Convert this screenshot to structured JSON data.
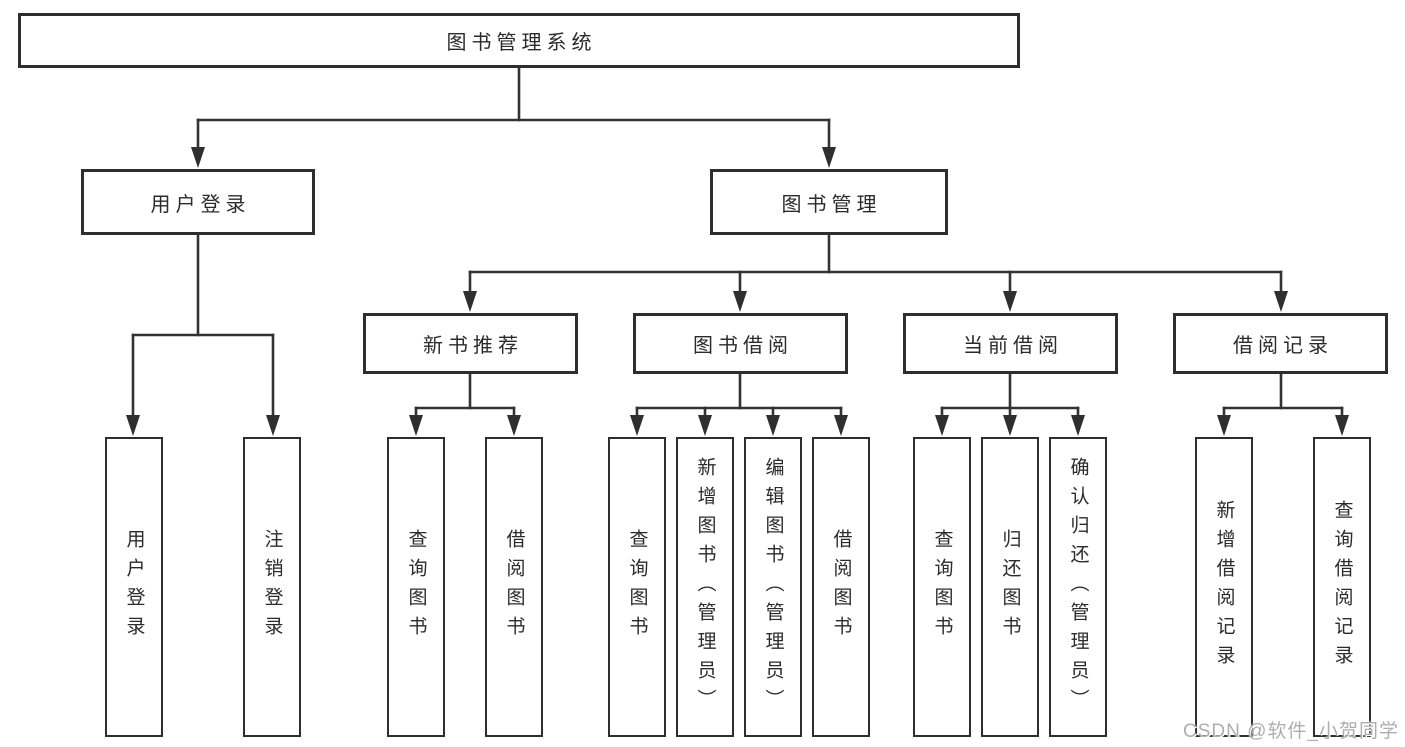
{
  "tree": {
    "root": "图书管理系统",
    "children": [
      {
        "label": "用户登录",
        "children": [
          "用户登录",
          "注销登录"
        ]
      },
      {
        "label": "图书管理",
        "children": [
          {
            "label": "新书推荐",
            "children": [
              "查询图书",
              "借阅图书"
            ]
          },
          {
            "label": "图书借阅",
            "children": [
              "查询图书",
              "新增图书（管理员）",
              "编辑图书（管理员）",
              "借阅图书"
            ]
          },
          {
            "label": "当前借阅",
            "children": [
              "查询图书",
              "归还图书",
              "确认归还（管理员）"
            ]
          },
          {
            "label": "借阅记录",
            "children": [
              "新增借阅记录",
              "查询借阅记录"
            ]
          }
        ]
      }
    ]
  },
  "watermark": {
    "text": "CSDN @软件_小贺同学"
  },
  "colors": {
    "line": "#333333",
    "box_border": "#2e2e2e",
    "text": "#2b2b2b",
    "watermark": "#aeaeae",
    "background": "#ffffff"
  }
}
